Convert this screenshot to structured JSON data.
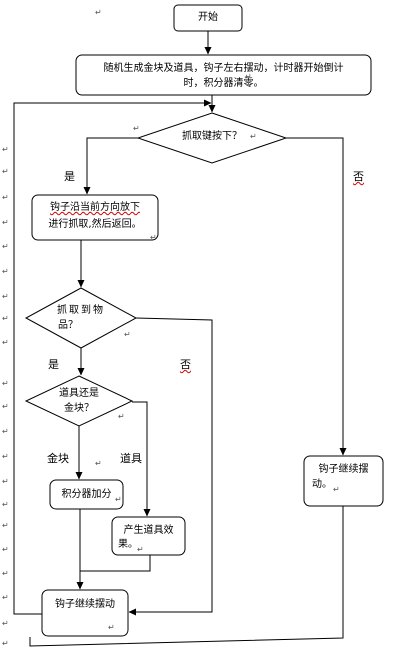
{
  "nodes": {
    "start": "开始",
    "init_line1": "随机生成金块及道具，钩子左右摆动，计时器开始倒计",
    "init_line2": "时，积分器清零。",
    "decision_press": "抓取键按下？",
    "grab_line1": "钩子沿当前方向放下",
    "grab_line2": "进行抓取,然后返回。",
    "decision_caught_line1": "抓取到物",
    "decision_caught_line2": "品？",
    "decision_type_line1": "道具还是",
    "decision_type_line2": "金块？",
    "score_add": "积分器加分",
    "item_effect_line1": "产生道具效",
    "item_effect_line2": "果。",
    "hook_continue_bottom": "钩子继续摆动",
    "hook_continue_right_line1": "钩子继续摆",
    "hook_continue_right_line2": "动。"
  },
  "edge_labels": {
    "yes_press": "是",
    "no_press": "否",
    "yes_caught": "是",
    "no_caught": "否",
    "gold": "金块",
    "item": "道具"
  },
  "paragraph_mark": "↵",
  "colors": {
    "stroke": "#000000",
    "spell_squiggle": "#d00000"
  }
}
